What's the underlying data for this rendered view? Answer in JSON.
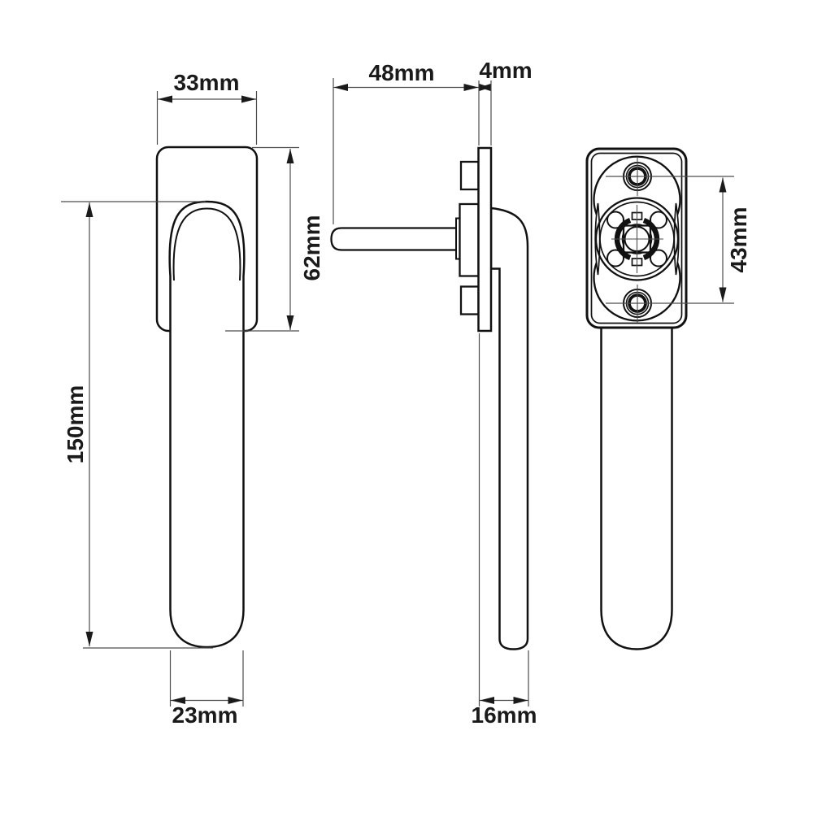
{
  "drawing": {
    "type": "technical-dimension-drawing",
    "subject": "window-espag-handle",
    "colors": {
      "outline": "#111111",
      "dimension_lines": "#4d4d4d",
      "label_text": "#1a1a1a",
      "background": "#ffffff"
    },
    "dimensions": {
      "plate_width": {
        "label": "33mm"
      },
      "plate_height": {
        "label": "62mm"
      },
      "handle_length": {
        "label": "150mm"
      },
      "handle_width": {
        "label": "23mm"
      },
      "spindle_length": {
        "label": "48mm"
      },
      "plate_thickness": {
        "label": "4mm"
      },
      "handle_depth": {
        "label": "16mm"
      },
      "fixing_centres": {
        "label": "43mm"
      }
    }
  }
}
